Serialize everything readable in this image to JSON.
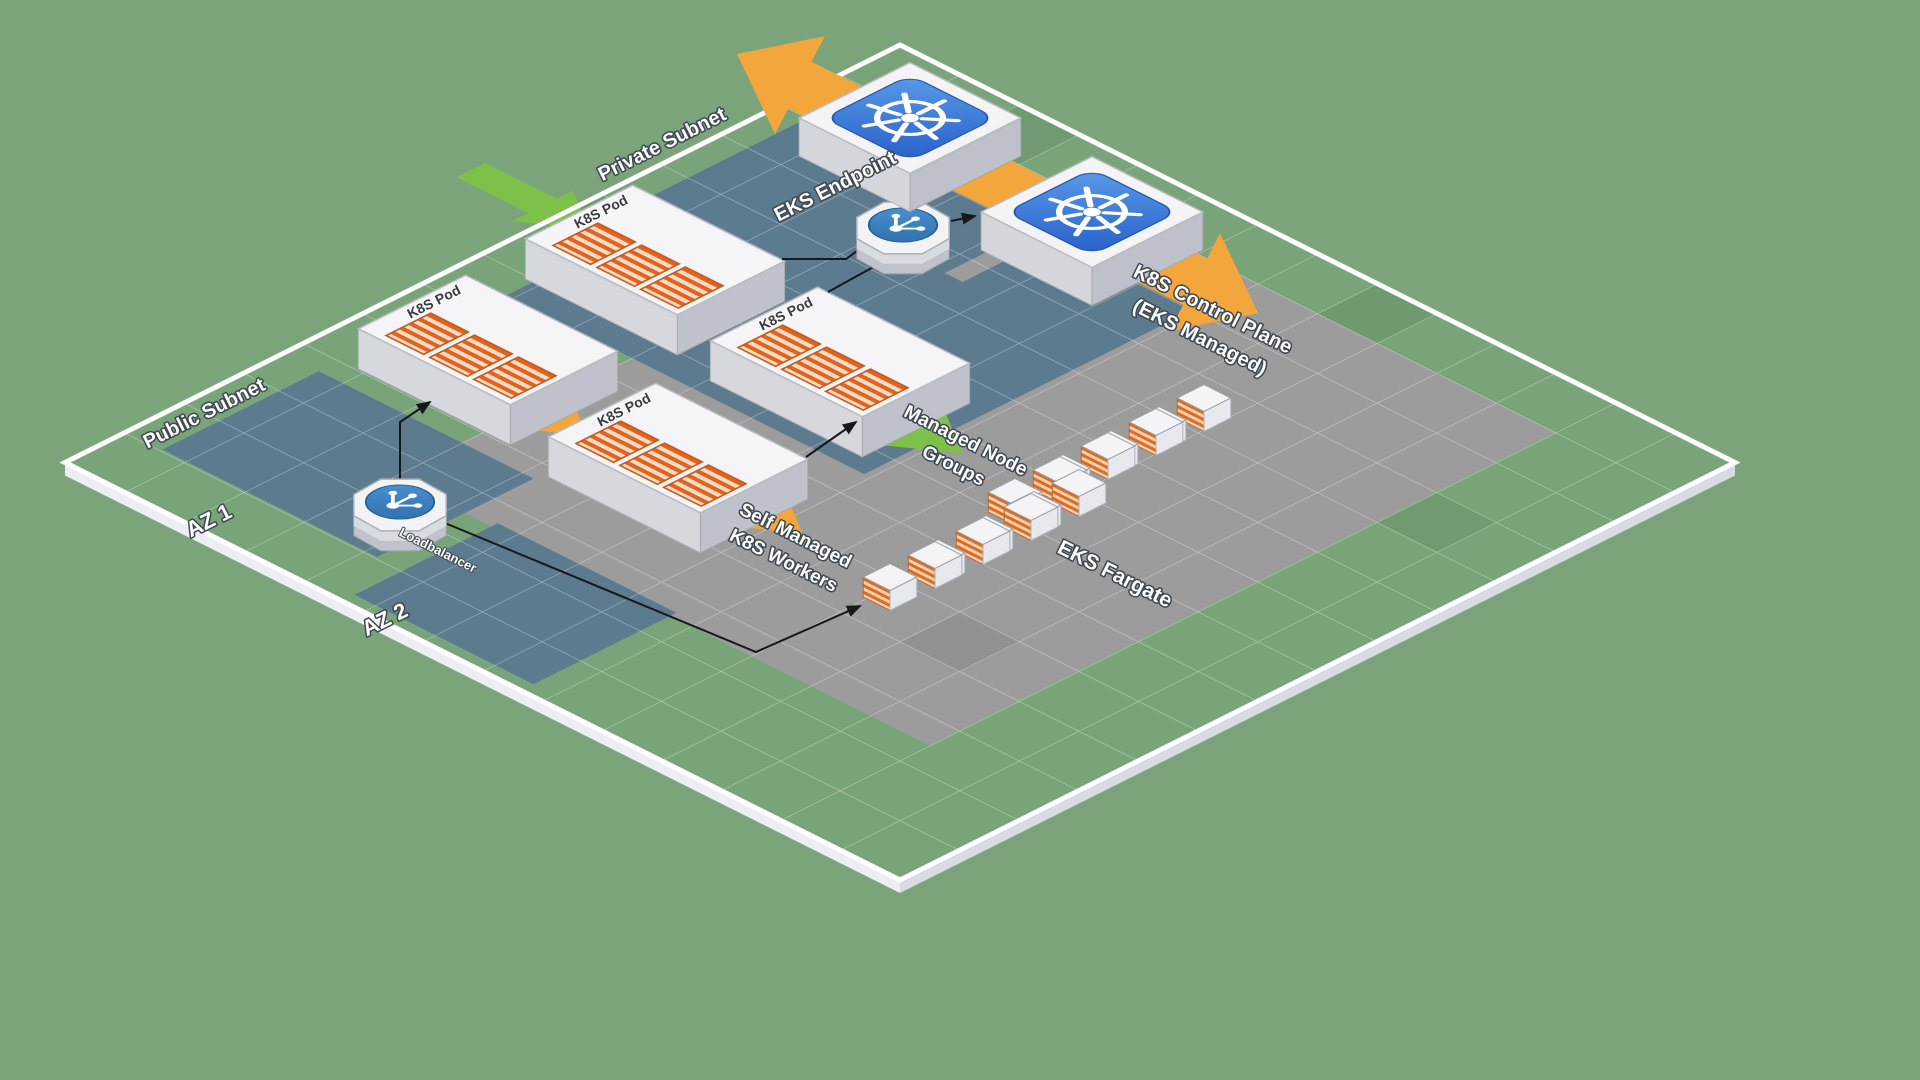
{
  "zones": {
    "private_subnet": "Private Subnet",
    "public_subnet": "Public Subnet",
    "az1": "AZ 1",
    "az2": "AZ 2"
  },
  "labels": {
    "eks_endpoint": "EKS Endpoint",
    "control_plane_line1": "K8S Control Plane",
    "control_plane_line2": "(EKS Managed)",
    "self_managed_line1": "Self Managed",
    "self_managed_line2": "K8S Workers",
    "managed_nodes_line1": "Managed Node",
    "managed_nodes_line2": "Groups",
    "eks_fargate": "EKS Fargate",
    "loadbalancer": "Loadbalancer"
  },
  "pods": [
    {
      "label": "K8S Pod"
    },
    {
      "label": "K8S Pod"
    },
    {
      "label": "K8S Pod"
    },
    {
      "label": "K8S Pod"
    }
  ],
  "icons": {
    "kubernetes_logo": "k8s-helm-wheel",
    "load_balancer_glyph": "network-branches",
    "endpoint_glyph": "network-branches",
    "pod_containers": "striped-panels",
    "worker_node": "striped-cube"
  },
  "colors": {
    "background": "#7ba47b",
    "subnet_gray": "#9c9c9c",
    "subnet_slate": "#5d7b8e",
    "arrow_orange": "#f2a63b",
    "arrow_green": "#7ec14a",
    "k8s_blue": "#326ce5",
    "icon_blue": "#3b7fc4",
    "container_orange": "#e2631f"
  }
}
